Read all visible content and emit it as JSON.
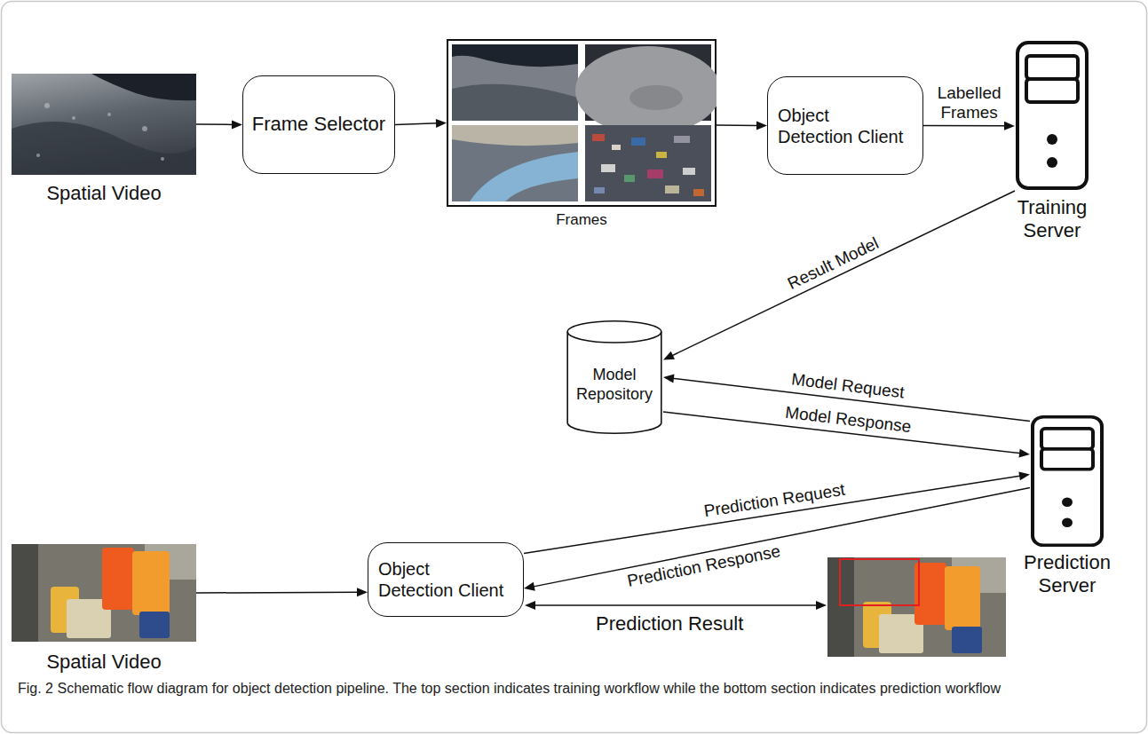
{
  "diagram": {
    "caption": "Fig. 2 Schematic flow diagram for object detection pipeline. The top section indicates training workflow while the bottom section indicates prediction workflow",
    "nodes": [
      {
        "text": [
          "Spatial Video"
        ]
      },
      {
        "text": [
          "Frame Selector"
        ]
      },
      {
        "text": [
          "Frames"
        ]
      },
      {
        "text": [
          "Object Detection Client"
        ]
      },
      {
        "text": [
          "Training Server"
        ]
      },
      {
        "text": [
          "Model Repository"
        ]
      },
      {
        "text": [
          "Prediction Server"
        ]
      },
      {
        "text": [
          "Spatial Video"
        ]
      },
      {
        "text": [
          "Object Detection Client"
        ]
      }
    ],
    "edges": [
      {
        "from": 0,
        "to": 1,
        "arrow": "to"
      },
      {
        "from": 1,
        "to": 2,
        "arrow": "to"
      },
      {
        "from": 2,
        "to": 3,
        "arrow": "to"
      },
      {
        "from": 3,
        "to": 4,
        "arrow": "to",
        "label": "Labelled Frames"
      },
      {
        "from": 4,
        "to": 5,
        "arrow": "to",
        "label": "Result Model"
      },
      {
        "from": 6,
        "to": 5,
        "arrow": "to",
        "label": "Model Request"
      },
      {
        "from": 5,
        "to": 6,
        "arrow": "to",
        "label": "Model Response"
      },
      {
        "from": 8,
        "to": 6,
        "arrow": "to",
        "label": "Prediction Request"
      },
      {
        "from": 6,
        "to": 8,
        "arrow": "to",
        "label": "Prediction Response"
      },
      {
        "from": 7,
        "to": 8,
        "arrow": "to"
      }
    ],
    "labels": [
      "Prediction Result"
    ]
  }
}
